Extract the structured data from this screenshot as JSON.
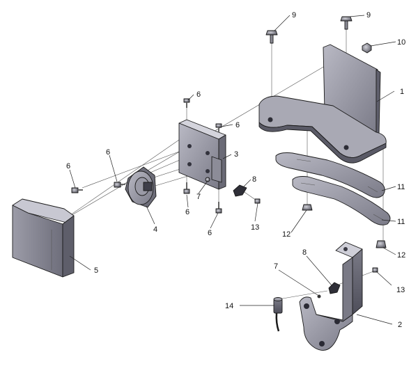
{
  "callouts": [
    {
      "text": "1"
    },
    {
      "text": "2"
    },
    {
      "text": "3"
    },
    {
      "text": "4"
    },
    {
      "text": "5"
    },
    {
      "text": "6"
    },
    {
      "text": "6"
    },
    {
      "text": "6"
    },
    {
      "text": "6"
    },
    {
      "text": "6"
    },
    {
      "text": "6"
    },
    {
      "text": "7"
    },
    {
      "text": "7"
    },
    {
      "text": "8"
    },
    {
      "text": "8"
    },
    {
      "text": "9"
    },
    {
      "text": "9"
    },
    {
      "text": "10"
    },
    {
      "text": "11"
    },
    {
      "text": "11"
    },
    {
      "text": "12"
    },
    {
      "text": "12"
    },
    {
      "text": "13"
    },
    {
      "text": "13"
    },
    {
      "text": "14"
    }
  ]
}
